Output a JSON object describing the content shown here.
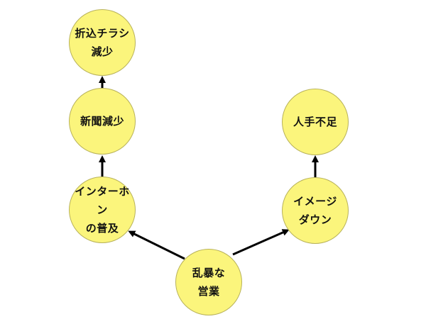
{
  "diagram": {
    "nodes": [
      {
        "id": "oritsuke",
        "label": "折込チラシ\n減少"
      },
      {
        "id": "shinbun",
        "label": "新聞減少"
      },
      {
        "id": "interphone",
        "label": "インターホン\nの普及"
      },
      {
        "id": "ranbo",
        "label": "乱暴な\n営業"
      },
      {
        "id": "image",
        "label": "イメージ\nダウン"
      },
      {
        "id": "hitode",
        "label": "人手不足"
      }
    ],
    "edges": [
      {
        "from": "ranbo",
        "to": "interphone"
      },
      {
        "from": "interphone",
        "to": "shinbun"
      },
      {
        "from": "shinbun",
        "to": "oritsuke"
      },
      {
        "from": "ranbo",
        "to": "image"
      },
      {
        "from": "image",
        "to": "hitode"
      }
    ],
    "colors": {
      "node_fill": "#fbf57c",
      "node_border": "#b8b25a",
      "arrow": "#000000"
    }
  }
}
